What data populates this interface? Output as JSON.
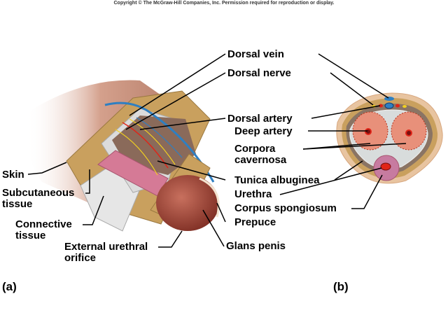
{
  "copyright": "Copyright © The McGraw-Hill Companies, Inc. Permission required for reproduction or display.",
  "panels": {
    "a": "(a)",
    "b": "(b)"
  },
  "labels": {
    "dorsal_vein": "Dorsal vein",
    "dorsal_nerve": "Dorsal nerve",
    "dorsal_artery": "Dorsal artery",
    "deep_artery": "Deep artery",
    "corpora_cavernosa_1": "Corpora",
    "corpora_cavernosa_2": "cavernosa",
    "tunica_albuginea": "Tunica albuginea",
    "urethra": "Urethra",
    "corpus_spongiosum": "Corpus spongiosum",
    "prepuce": "Prepuce",
    "glans_penis": "Glans penis",
    "skin": "Skin",
    "subcutaneous_1": "Subcutaneous",
    "subcutaneous_2": "tissue",
    "connective_1": "Connective",
    "connective_2": "tissue",
    "external_urethral_1": "External urethral",
    "external_urethral_2": "orifice"
  },
  "colors": {
    "skin": "#c99a84",
    "subcutaneous": "#c9a05e",
    "connective": "#dedede",
    "cavernosa": "#e8907a",
    "cavernosa_texture": "#b8321c",
    "spongiosum": "#c77ba0",
    "vein": "#2f7fc1",
    "artery": "#e02418",
    "nerve": "#f0d020",
    "glans": "#a5463a"
  }
}
